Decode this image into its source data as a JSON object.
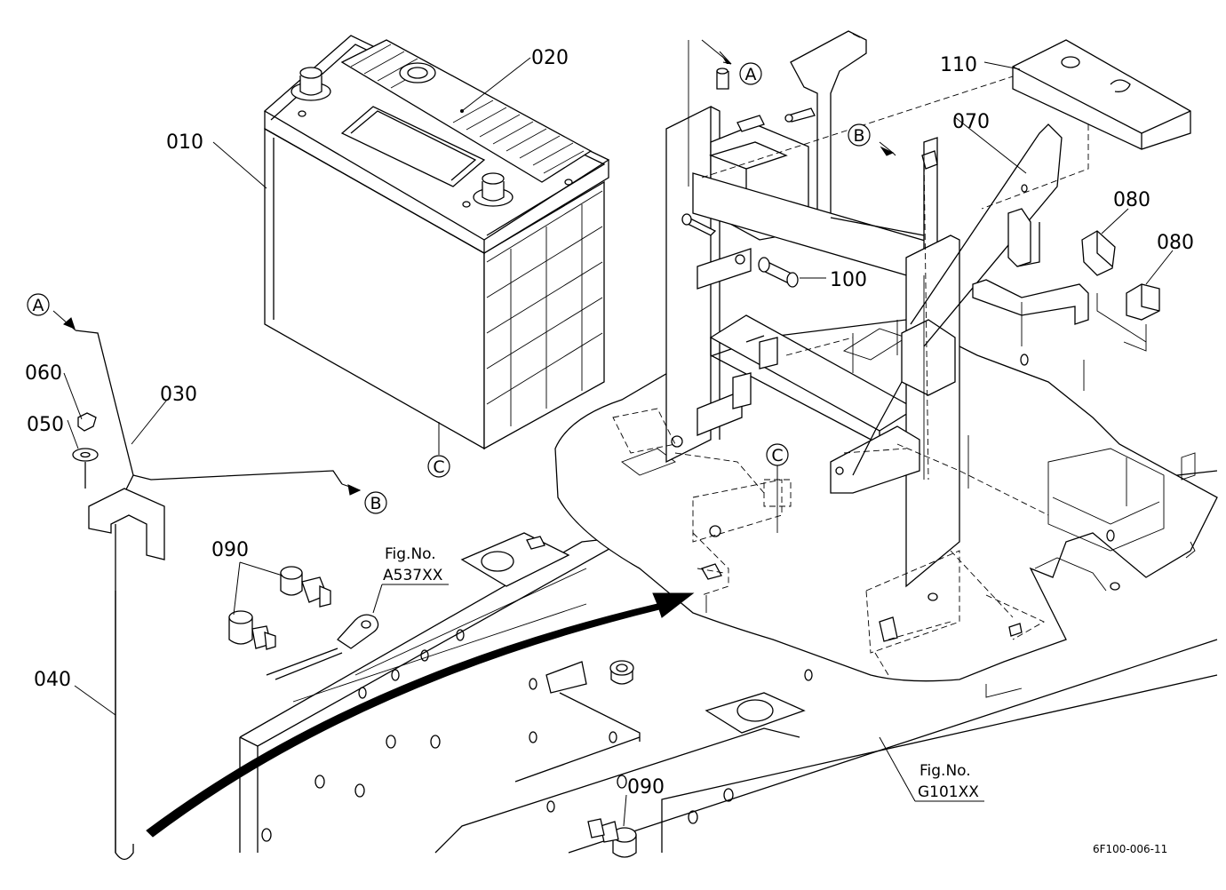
{
  "parts": {
    "p010": "010",
    "p020": "020",
    "p030": "030",
    "p040": "040",
    "p050": "050",
    "p060": "060",
    "p070": "070",
    "p080a": "080",
    "p080b": "080",
    "p090a": "090",
    "p090b": "090",
    "p100": "100",
    "p110": "110"
  },
  "markers": {
    "a1": "A",
    "a2": "A",
    "b1": "B",
    "b2": "B",
    "c1": "C",
    "c2": "C"
  },
  "refs": {
    "fig1_label": "Fig.No.",
    "fig1_number": "A537XX",
    "fig2_label": "Fig.No.",
    "fig2_number": "G101XX"
  },
  "drawing_code": "6F100-006-11"
}
